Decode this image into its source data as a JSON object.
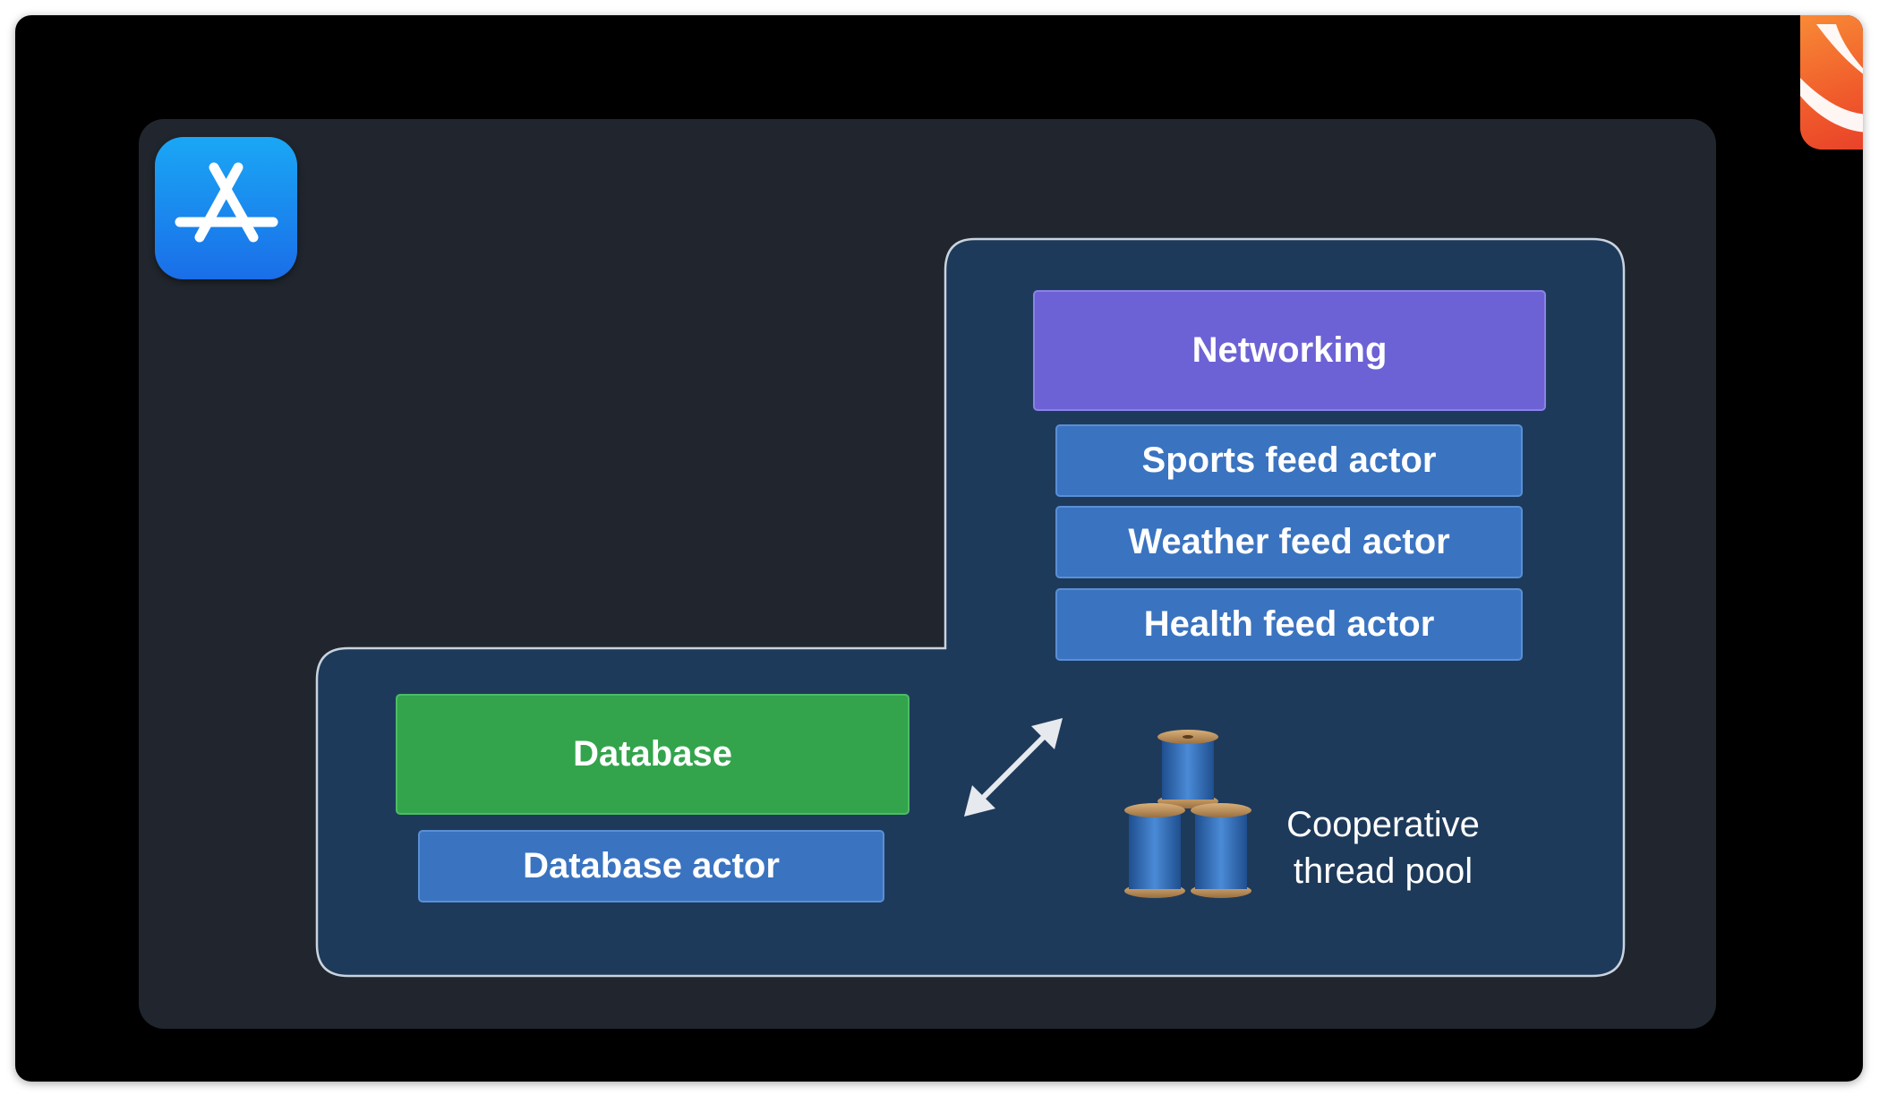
{
  "diagram": {
    "networking_label": "Networking",
    "actors": {
      "sports": "Sports feed actor",
      "weather": "Weather feed actor",
      "health": "Health feed actor"
    },
    "database_label": "Database",
    "database_actor_label": "Database actor",
    "thread_pool_label_line1": "Cooperative",
    "thread_pool_label_line2": "thread pool"
  },
  "icons": {
    "app": "app-store-icon",
    "brand": "swift-logo",
    "arrow": "bidirectional-arrow",
    "threads": "thread-spools-icon"
  },
  "colors": {
    "networking": "#6c62d5",
    "database": "#33a44c",
    "actor": "#3a73c0",
    "region": "#1e3a5a",
    "stage": "#21262e"
  }
}
